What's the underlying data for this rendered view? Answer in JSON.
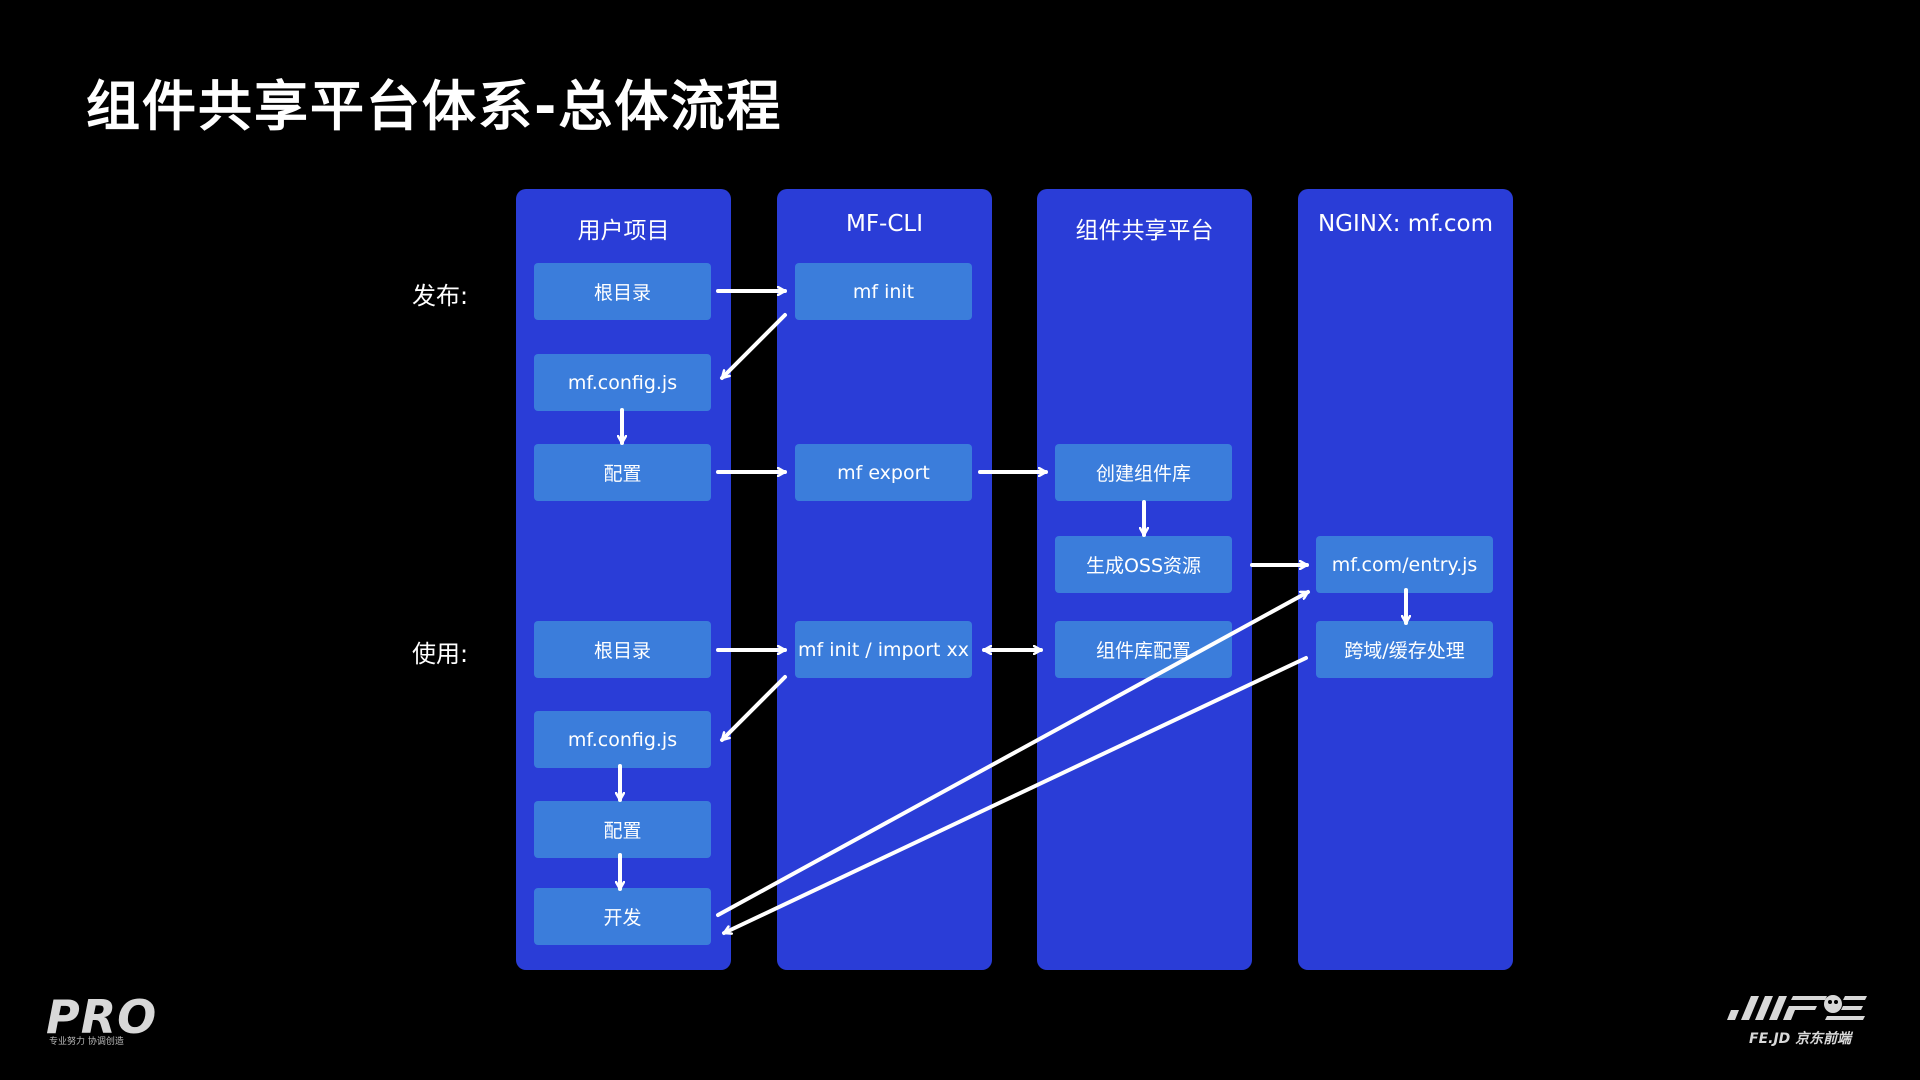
{
  "title": "组件共享平台体系-总体流程",
  "columns": [
    {
      "header": "用户项目"
    },
    {
      "header": "MF-CLI"
    },
    {
      "header": "组件共享平台"
    },
    {
      "header": "NGINX: mf.com"
    }
  ],
  "row_labels": {
    "publish": "发布:",
    "use": "使用:"
  },
  "boxes": {
    "publish_root": "根目录",
    "publish_mf_config": "mf.config.js",
    "publish_config": "配置",
    "mf_init": "mf init",
    "mf_export": "mf export",
    "create_lib": "创建组件库",
    "gen_oss": "生成OSS资源",
    "entry_js": "mf.com/entry.js",
    "cors_cache": "跨域/缓存处理",
    "use_root": "根目录",
    "mf_init_import": "mf init / import xx",
    "lib_config": "组件库配置",
    "use_mf_config": "mf.config.js",
    "use_config": "配置",
    "develop": "开发"
  },
  "logos": {
    "left": "PRO",
    "left_sub": "专业努力 协调创造",
    "right_sub": "FE.JD 京东前端"
  },
  "colors": {
    "background": "#000000",
    "column": "#2a3dd7",
    "box": "#3b7ddb",
    "text": "#ffffff",
    "arrow": "#ffffff"
  }
}
